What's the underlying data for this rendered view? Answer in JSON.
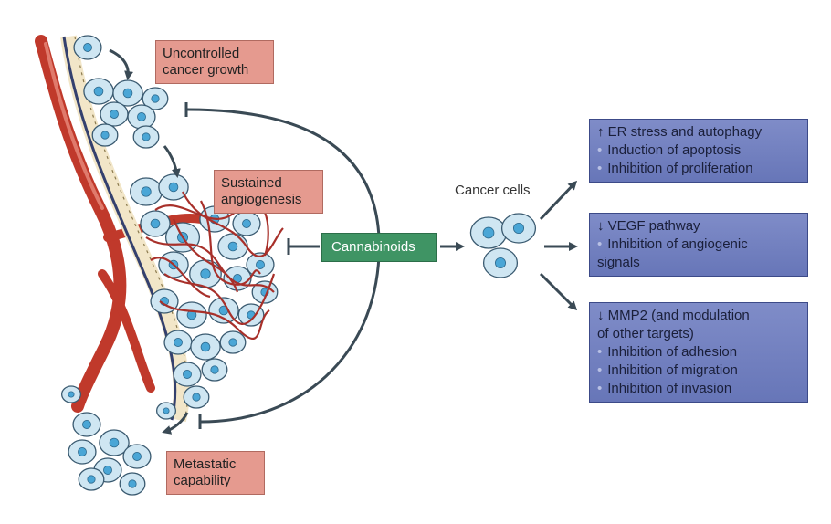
{
  "labels": {
    "uncontrolled": [
      "Uncontrolled",
      "cancer growth"
    ],
    "angiogenesis": [
      "Sustained",
      "angiogenesis"
    ],
    "metastatic": [
      "Metastatic",
      "capability"
    ],
    "cannabinoids": "Cannabinoids",
    "cancer_cells": "Cancer cells"
  },
  "effect_boxes": [
    {
      "lines": [
        {
          "text": "↑ ER stress and autophagy",
          "bullet": false
        },
        {
          "text": "Induction of apoptosis",
          "bullet": true
        },
        {
          "text": "Inhibition of proliferation",
          "bullet": true
        }
      ]
    },
    {
      "lines": [
        {
          "text": "↓ VEGF pathway",
          "bullet": false
        },
        {
          "text": "Inhibition of  angiogenic",
          "bullet": true
        },
        {
          "text": "signals",
          "bullet": false
        }
      ]
    },
    {
      "lines": [
        {
          "text": "↓ MMP2 (and modulation",
          "bullet": false
        },
        {
          "text": "of other targets)",
          "bullet": false
        },
        {
          "text": "Inhibition of adhesion",
          "bullet": true
        },
        {
          "text": "Inhibition of migration",
          "bullet": true
        },
        {
          "text": "Inhibition of invasion",
          "bullet": true
        }
      ]
    }
  ],
  "colors": {
    "vessel": "#c0392b",
    "cell_fill": "#cfe6f2",
    "cell_nucleus": "#4aa6d6",
    "arrow": "#3a4a55",
    "label_pink": "#e59a8f",
    "label_green": "#3f9464",
    "label_blue": "#6f7dbf"
  }
}
